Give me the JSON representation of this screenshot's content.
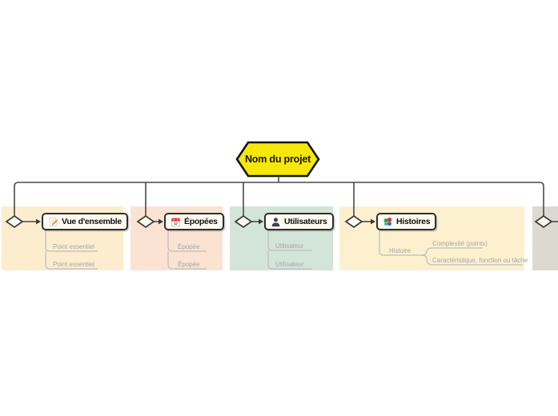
{
  "diagram": {
    "app": "mind-map",
    "root": {
      "label": "Nom du projet",
      "fill": "#F6E70B",
      "border": "#141414"
    },
    "branches": [
      {
        "label": "Vue d'ensemble",
        "icon": "memo-icon",
        "bg": "#FCEDCF",
        "children": [
          "Point essentiel",
          "Point essentiel"
        ]
      },
      {
        "label": "Épopées",
        "icon": "calendar-icon",
        "icon_text": "17",
        "bg": "#FAE3D3",
        "children": [
          "Épopée",
          "Épopée"
        ]
      },
      {
        "label": "Utilisateurs",
        "icon": "user-icon",
        "bg": "#D3E5D9",
        "children": [
          "Utilisateur",
          "Utilisateur"
        ]
      },
      {
        "label": "Histoires",
        "icon": "pinwheel-icon",
        "bg": "#FCF0CF",
        "children": [
          {
            "label": "Histoire",
            "children": [
              "Complexité (points)",
              "Caractéristique, fonction ou tâche"
            ]
          }
        ]
      },
      {
        "label": "",
        "bg": "#DCD9D1",
        "note": "branch clipped at right edge"
      }
    ],
    "colors": {
      "connector": "#4A4A4A",
      "sub_connector": "#BDBDBD",
      "node_fill": "#FDFBF1",
      "node_border": "#2E2E2E",
      "diamond_fill": "#FCFBF4",
      "sub_text": "#A6A6A6"
    }
  }
}
